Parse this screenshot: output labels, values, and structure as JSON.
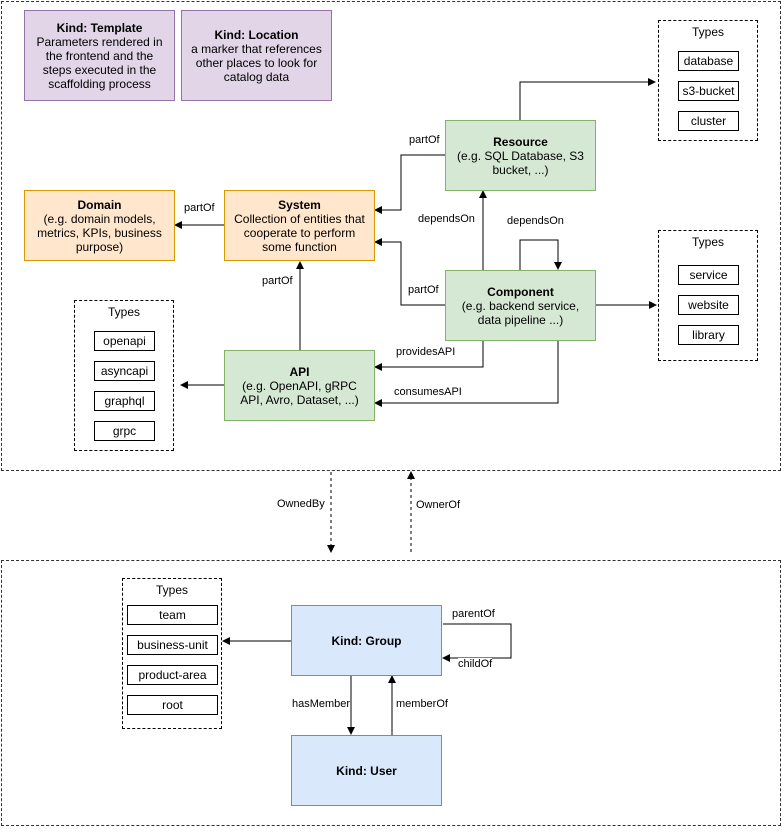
{
  "kinds": {
    "template": {
      "title": "Kind: Template",
      "desc": "Parameters rendered in the frontend and the steps executed in  the scaffolding process"
    },
    "location": {
      "title": "Kind: Location",
      "desc": "a marker that references other places to look for catalog data"
    },
    "domain": {
      "title": "Domain",
      "desc": "(e.g.  domain models, metrics, KPIs, business purpose)"
    },
    "system": {
      "title": "System",
      "desc": "Collection of entities that cooperate to perform some function"
    },
    "resource": {
      "title": "Resource",
      "desc": "(e.g. SQL Database, S3 bucket, ...)"
    },
    "component": {
      "title": "Component",
      "desc": "(e.g. backend service, data pipeline ...)"
    },
    "api": {
      "title": "API",
      "desc": "(e.g. OpenAPI, gRPC API, Avro, Dataset, ...)"
    },
    "group": {
      "title": "Kind: Group"
    },
    "user": {
      "title": "Kind: User"
    }
  },
  "types_title": "Types",
  "resource_types": [
    "database",
    "s3-bucket",
    "cluster"
  ],
  "component_types": [
    "service",
    "website",
    "library"
  ],
  "api_types": [
    "openapi",
    "asyncapi",
    "graphql",
    "grpc"
  ],
  "group_types": [
    "team",
    "business-unit",
    "product-area",
    "root"
  ],
  "edge_labels": {
    "domain_partof": "partOf",
    "resource_partof": "partOf",
    "component_partof": "partOf",
    "api_partof": "partOf",
    "resource_dependson": "dependsOn",
    "component_dependson": "dependsOn",
    "provides_api": "providesAPI",
    "consumes_api": "consumesAPI",
    "owned_by": "OwnedBy",
    "owner_of": "OwnerOf",
    "parent_of": "parentOf",
    "child_of": "childOf",
    "has_member": "hasMember",
    "member_of": "memberOf"
  }
}
